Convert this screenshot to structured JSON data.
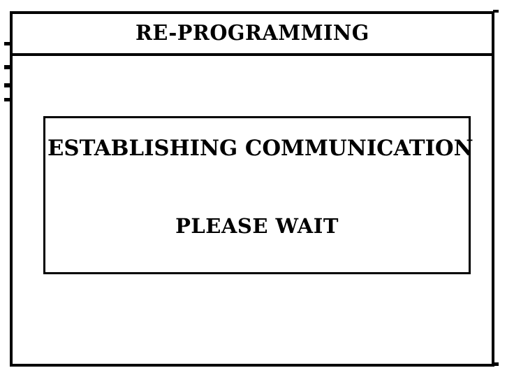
{
  "window": {
    "title": "RE-PROGRAMMING",
    "background_color": "#FFFFFF",
    "border_color": "#000000"
  },
  "status_panel": {
    "primary_message": "ESTABLISHING COMMUNICATION",
    "secondary_message": "PLEASE WAIT"
  }
}
